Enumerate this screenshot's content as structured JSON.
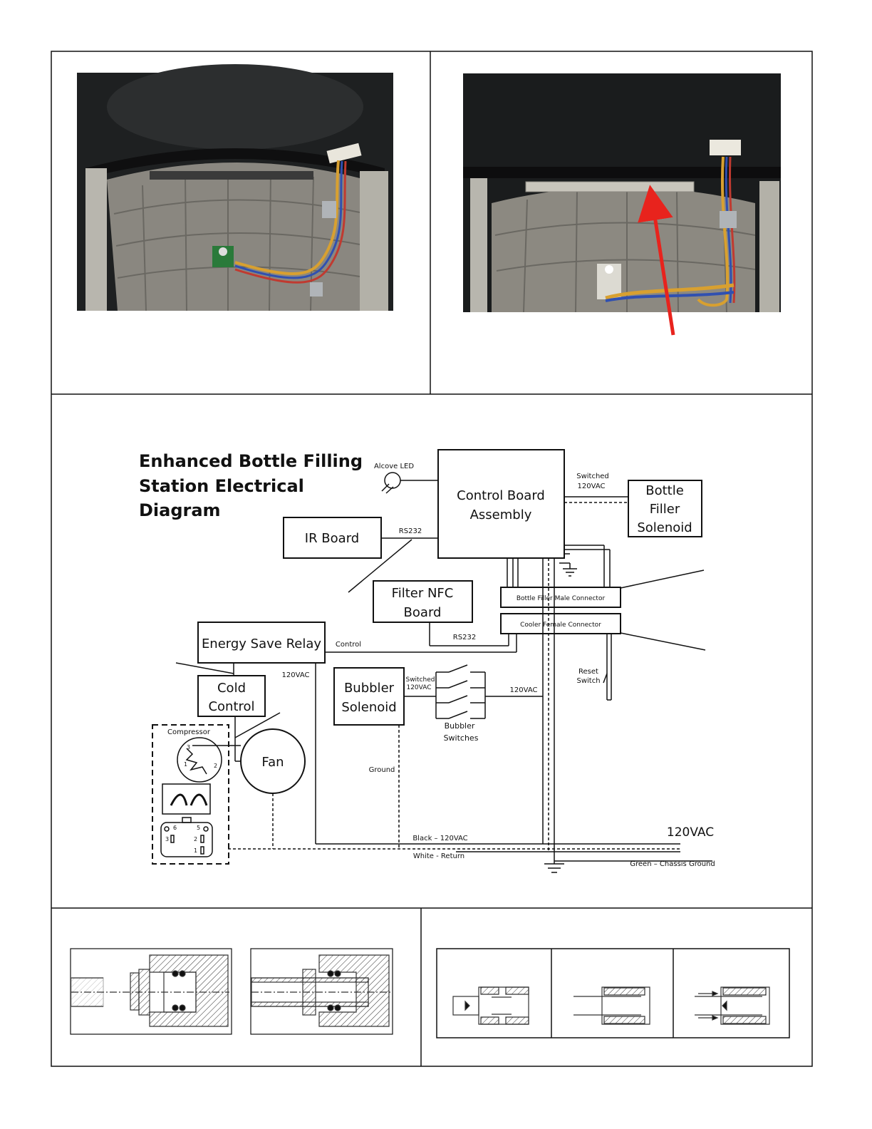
{
  "diagram": {
    "title_lines": [
      "Enhanced Bottle Filling",
      "Station Electrical",
      "Diagram"
    ],
    "components": {
      "control_board": [
        "Control Board",
        "Assembly"
      ],
      "bottle_filler_solenoid": [
        "Bottle",
        "Filler",
        "Solenoid"
      ],
      "ir_board": "IR Board",
      "filter_nfc_board": [
        "Filter NFC",
        "Board"
      ],
      "energy_save_relay": "Energy Save Relay",
      "cold_control": [
        "Cold",
        "Control"
      ],
      "bubbler_solenoid": [
        "Bubbler",
        "Solenoid"
      ],
      "fan": "Fan",
      "compressor": "Compressor",
      "bottle_filler_male_connector": "Bottle Filler Male Connector",
      "cooler_female_connector": "Cooler Female Connector",
      "alcove_led": "Alcove LED",
      "reset_switch": [
        "Reset",
        "Switch"
      ],
      "bubbler_switches": [
        "Bubbler",
        "Switches"
      ]
    },
    "wire_labels": {
      "switched_120vac_top": [
        "Switched",
        "120VAC"
      ],
      "rs232_ir": "RS232",
      "rs232_nfc": "RS232",
      "control": "Control",
      "vac_relay": "120VAC",
      "switched_120vac_bubbler": [
        "Switched",
        "120VAC"
      ],
      "vac_bubbler": "120VAC",
      "ground": "Ground",
      "black": "Black – 120VAC",
      "white": "White - Return",
      "green": "Green – Chassis Ground",
      "main_supply": "120VAC"
    },
    "compressor_pins": [
      "3",
      "1",
      "2",
      "6",
      "5",
      "3",
      "2",
      "1"
    ]
  },
  "colors": {
    "arrow": "#e8231d",
    "line": "#111111",
    "photo_dark": "#1c1e1f"
  }
}
